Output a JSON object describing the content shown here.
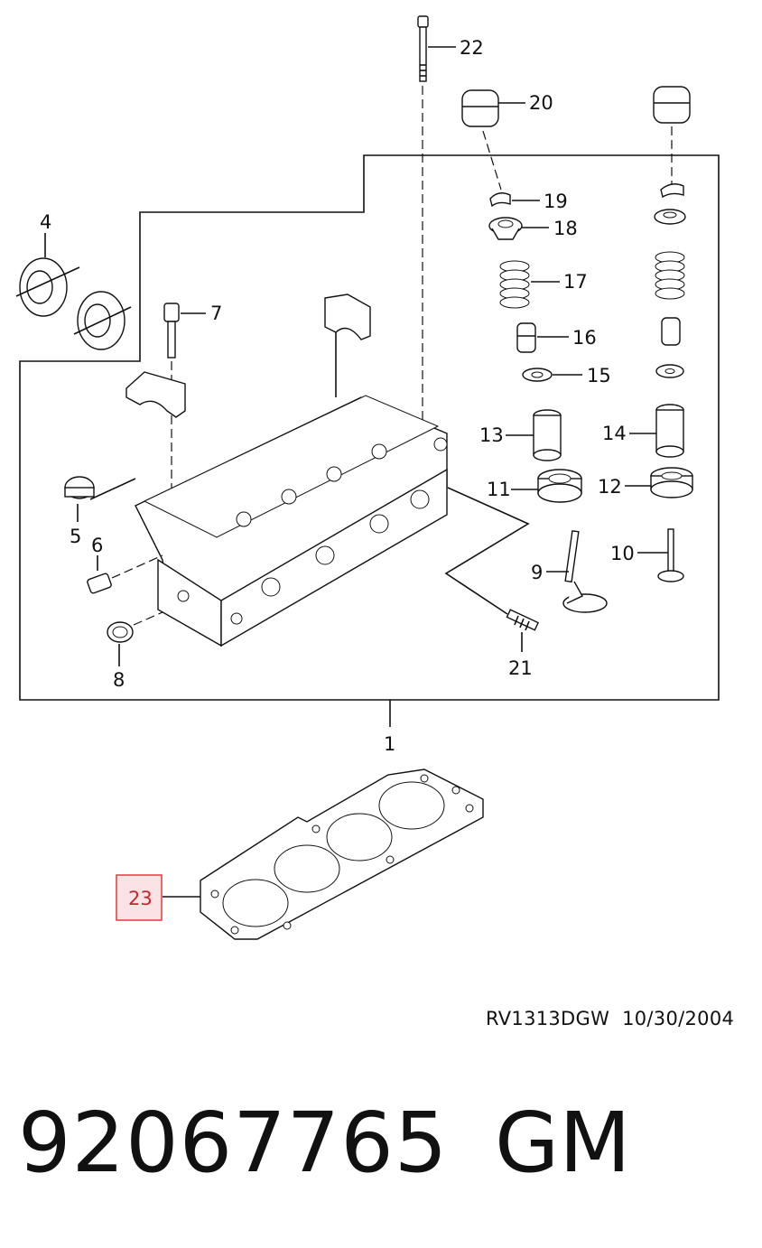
{
  "callouts": {
    "c1": "1",
    "c4": "4",
    "c5": "5",
    "c6": "6",
    "c7": "7",
    "c8": "8",
    "c9": "9",
    "c10": "10",
    "c11": "11",
    "c12": "12",
    "c13": "13",
    "c14": "14",
    "c15": "15",
    "c16": "16",
    "c17": "17",
    "c18": "18",
    "c19": "19",
    "c20": "20",
    "c21": "21",
    "c22": "22",
    "c23": "23"
  },
  "highlighted_callout": "23",
  "highlight_color": "#e8373d",
  "highlight_fill": "#fbe3e5",
  "drawing_code": "RV1313DGW  10/30/2004",
  "part_number": "92067765",
  "brand": "GM"
}
